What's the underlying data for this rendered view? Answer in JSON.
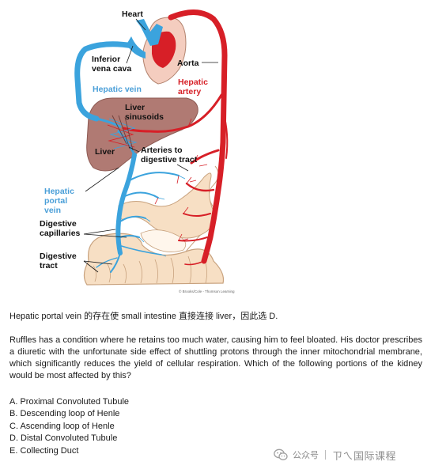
{
  "figure": {
    "labels": {
      "heart": "Heart",
      "inferior_vena_cava": "Inferior vena cava",
      "aorta": "Aorta",
      "hepatic_vein": "Hepatic vein",
      "hepatic_artery": "Hepatic artery",
      "liver_sinusoids": "Liver sinusoids",
      "liver": "Liver",
      "arteries_to_digestive_tract": "Arteries to digestive tract",
      "hepatic_portal_vein": "Hepatic portal vein",
      "digestive_capillaries": "Digestive capillaries",
      "digestive_tract": "Digestive tract"
    },
    "credit": "© Brooks/Cole - Thomson Learning",
    "colors": {
      "vein_blue": "#3ba3dd",
      "artery_red": "#d71f27",
      "liver_brown": "#b07a73",
      "gut_beige": "#f7dfc4"
    }
  },
  "answer_note": "Hepatic portal vein 的存在使 small intestine 直接连接 liver，因此选 D.",
  "question": "Ruffles has a condition where he retains too much water, causing him to feel bloated. His doctor prescribes a diuretic with the unfortunate side effect of shuttling protons through the inner mitochondrial membrane, which significantly reduces the yield of cellular respiration. Which of the following portions of the kidney would be most affected by this?",
  "options": [
    "A. Proximal Convoluted Tubule",
    "B. Descending loop of Henle",
    "C. Ascending loop of Henle",
    "D. Distal Convoluted Tubule",
    "E. Collecting Duct"
  ],
  "watermark": {
    "platform": "公众号",
    "brand": "ㄗㄟ国际课程",
    "icon": "wechat-icon"
  }
}
